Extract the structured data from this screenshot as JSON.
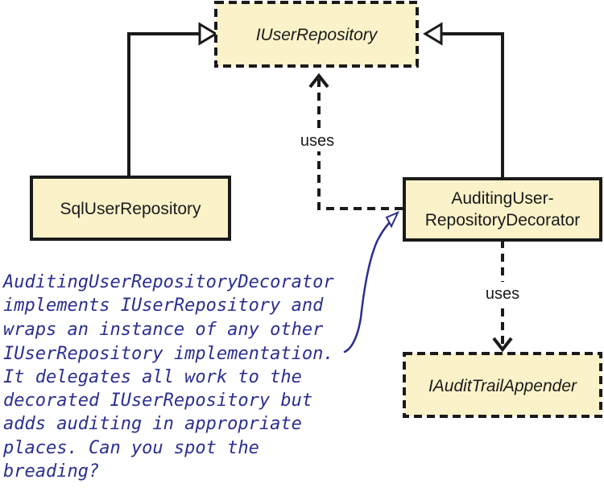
{
  "diagram": {
    "colors": {
      "box_fill": "#fbf2c9",
      "box_stroke": "#1a1a1a",
      "annotation": "#2b2f8f"
    },
    "boxes": {
      "iuser_repository": "IUserRepository",
      "sql_user_repository": "SqlUserRepository",
      "auditing_decorator_line1": "AuditingUser-",
      "auditing_decorator_line2": "RepositoryDecorator",
      "iaudit_trail_appender": "IAuditTrailAppender"
    },
    "edges": {
      "uses_upper": "uses",
      "uses_lower": "uses"
    },
    "note": {
      "line1": "AuditingUserRepositoryDecorator",
      "line2": "implements IUserRepository and",
      "line3": "wraps an instance of any other",
      "line4": "IUserRepository implementation.",
      "line5": "It delegates all work to the",
      "line6": "decorated IUserRepository but",
      "line7": "adds auditing in appropriate",
      "line8": "places. Can you spot the",
      "line9": "breading?"
    }
  }
}
